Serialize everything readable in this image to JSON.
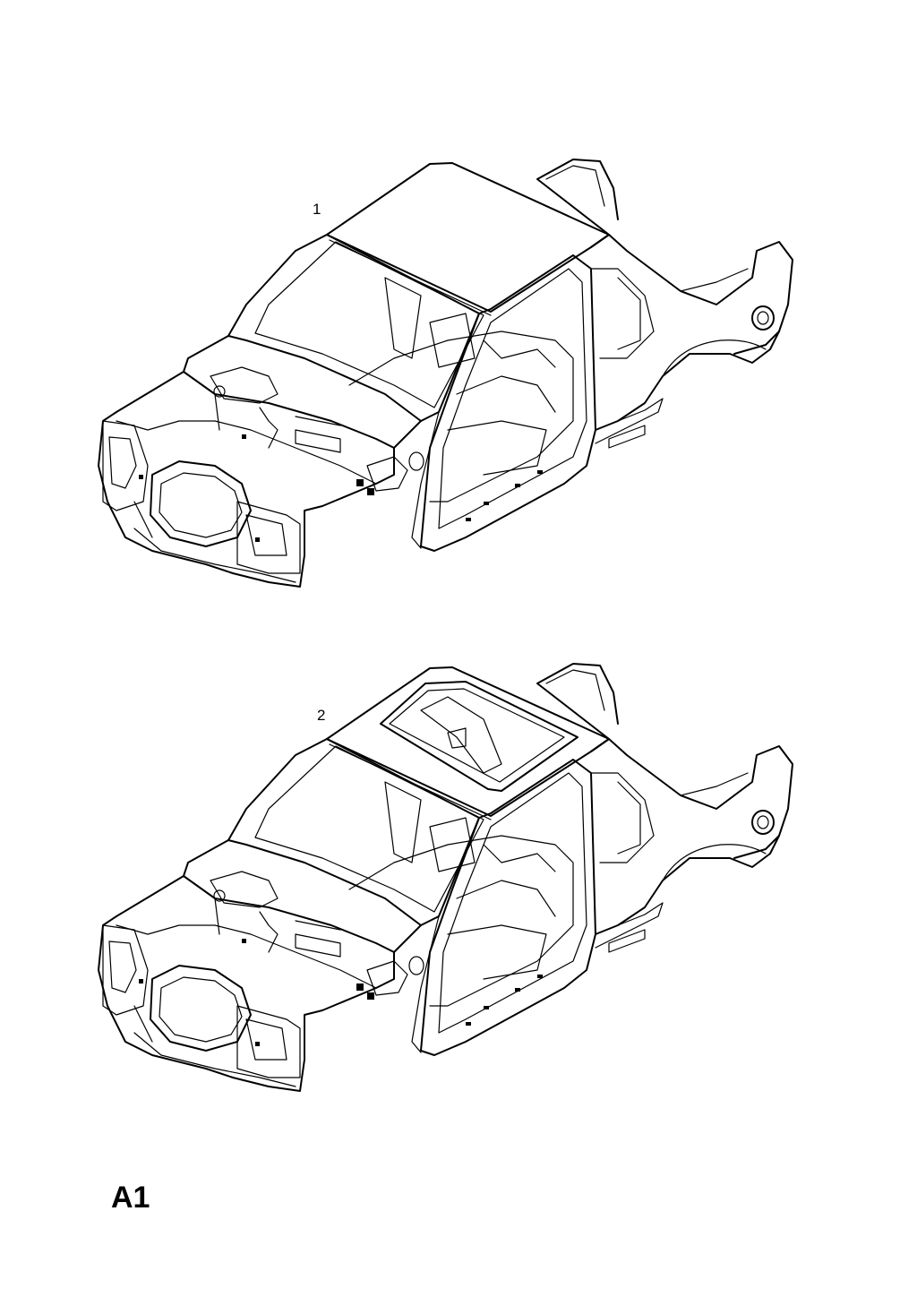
{
  "diagram": {
    "items": [
      {
        "callout": "1"
      },
      {
        "callout": "2"
      }
    ],
    "page_label": "A1"
  }
}
